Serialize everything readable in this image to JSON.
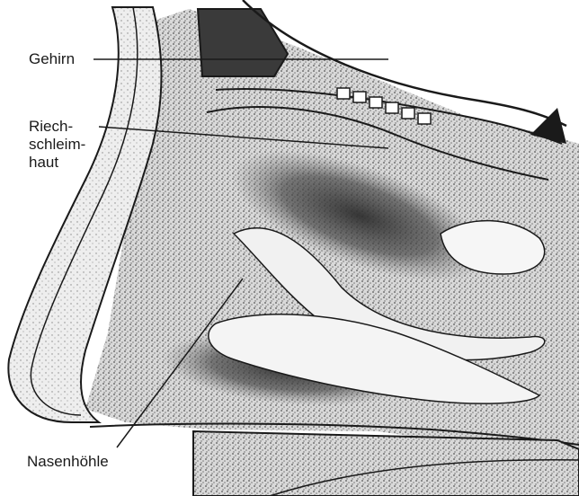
{
  "labels": {
    "brain": "Gehirn",
    "olfactory_mucosa_line1": "Riech-",
    "olfactory_mucosa_line2": "schleim-",
    "olfactory_mucosa_line3": "haut",
    "nasal_cavity": "Nasenhöhle"
  },
  "colors": {
    "ink": "#1a1a1a",
    "paper": "#ffffff",
    "stipple_light": "#b8b8b8",
    "stipple_dark": "#4a4a4a"
  }
}
